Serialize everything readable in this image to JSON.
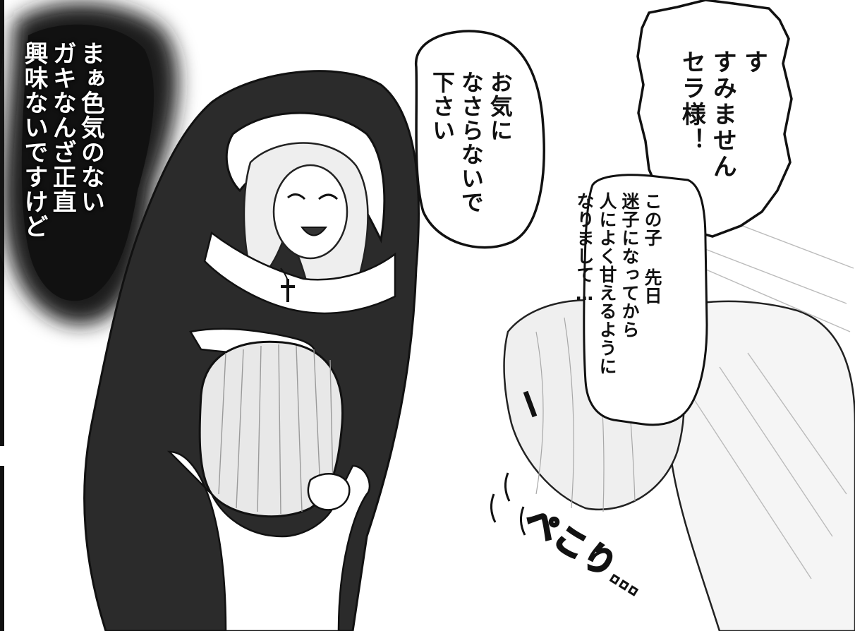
{
  "panel": {
    "caption_left": "まぁ色気のない\nガキなんざ正直\n興味ないですけど",
    "bubble_center": "お気に\nなさらないで\n下さい",
    "bubble_right": "す\nすみません\nセラ様！",
    "bubble_right_inner": "この子 先日\n迷子になってから\n人によく甘えるように\nなりまして…",
    "sfx": "ペこり…"
  },
  "colors": {
    "ink": "#111111",
    "paper": "#ffffff",
    "habit": "#2b2b2b",
    "gray_tone": "#bdbdbd",
    "dark_cloud": "#1c1c1c"
  }
}
